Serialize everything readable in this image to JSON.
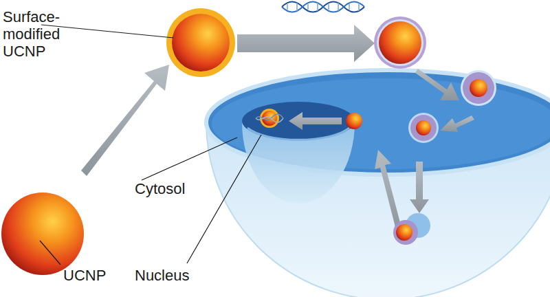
{
  "diagram": {
    "labels": [
      "Surface-modified UCNP",
      "UCNP",
      "Cytosol",
      "Nucleus"
    ]
  }
}
